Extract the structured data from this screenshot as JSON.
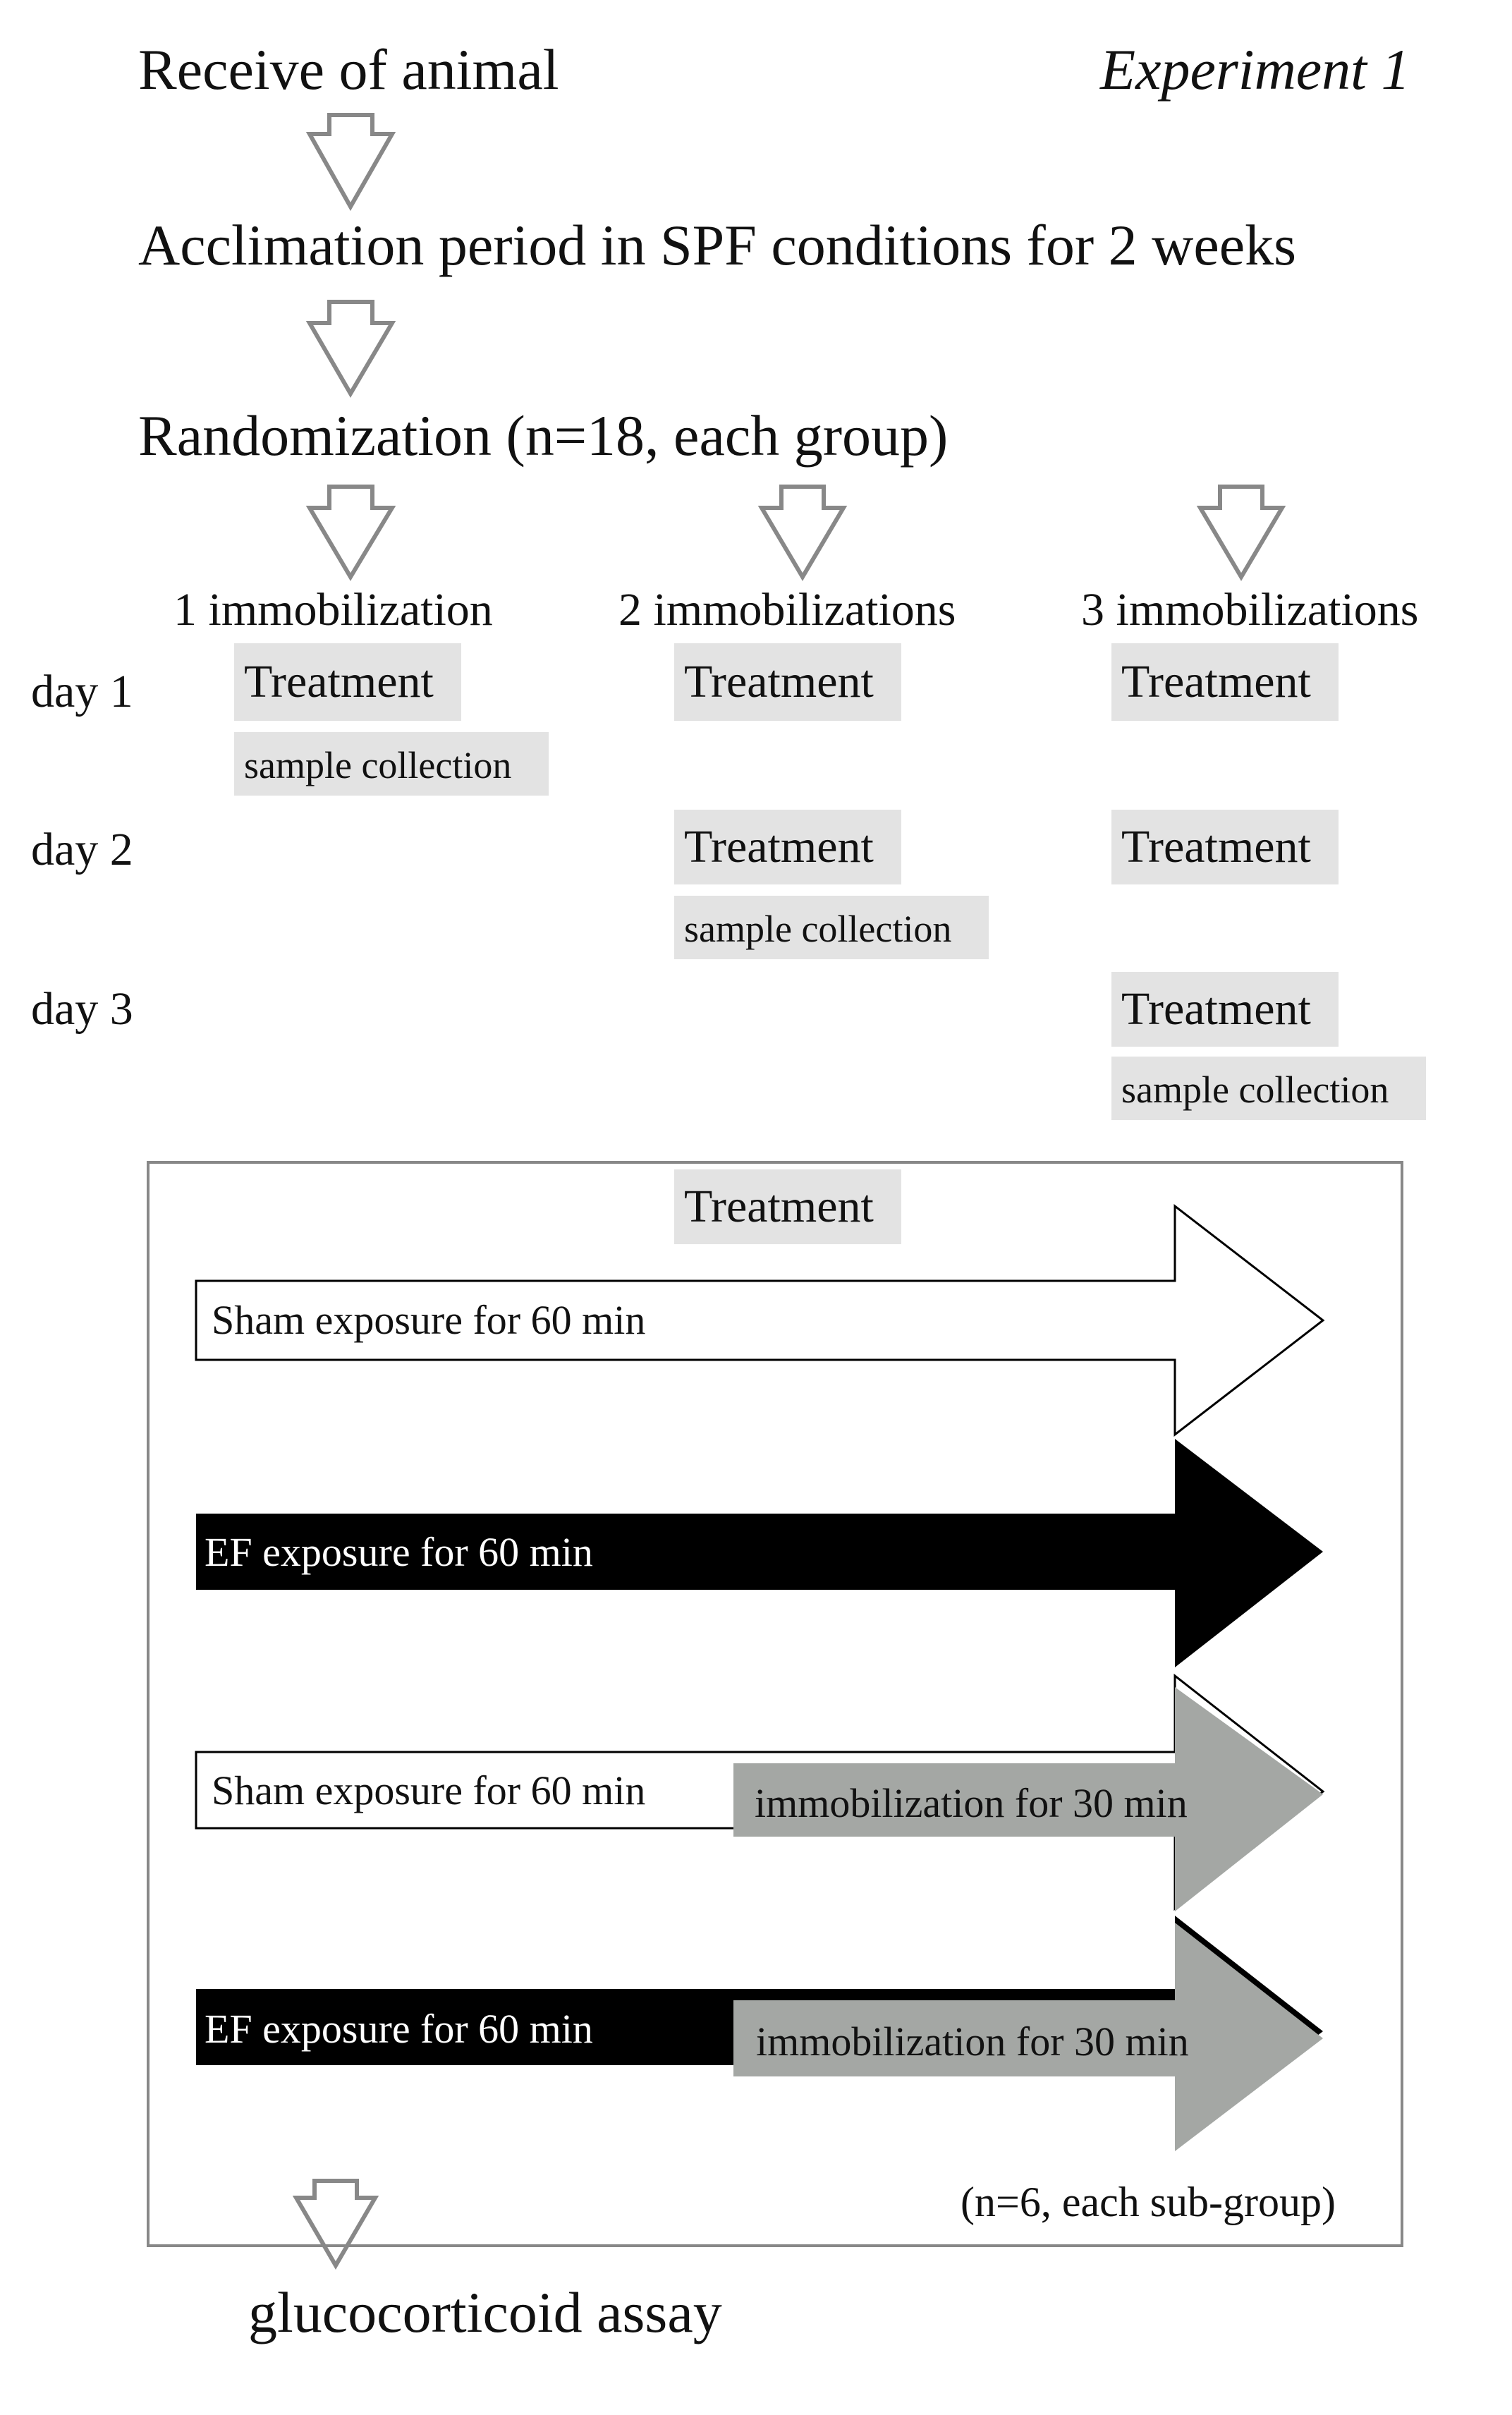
{
  "header": {
    "step_receive": "Receive of animal",
    "experiment_label": "Experiment 1",
    "step_acclimation": "Acclimation period in SPF conditions for 2 weeks",
    "step_randomization": "Randomization (n=18, each group)"
  },
  "groups": [
    {
      "label": "1 immobilization"
    },
    {
      "label": "2 immobilizations"
    },
    {
      "label": "3 immobilizations"
    }
  ],
  "days": [
    {
      "label": "day 1"
    },
    {
      "label": "day 2"
    },
    {
      "label": "day 3"
    }
  ],
  "schedule_labels": {
    "treatment": "Treatment",
    "sample_collection": "sample collection"
  },
  "treatment_box": {
    "title": "Treatment",
    "arrows": [
      {
        "label": "Sham exposure for 60 min"
      },
      {
        "label": "EF exposure for 60 min"
      },
      {
        "label": "Sham exposure for 60 min",
        "immobilization_label": "immobilization for 30 min"
      },
      {
        "label": "EF exposure for 60 min",
        "immobilization_label": "immobilization for 30 min"
      }
    ],
    "footnote": "(n=6, each sub-group)"
  },
  "final_step": "glucocorticoid assay",
  "colors": {
    "pill_bg": "#e3e3e3",
    "immobilization_gray": "#a4a7a4",
    "ef_black": "#000000",
    "flow_arrow": "#888888"
  }
}
